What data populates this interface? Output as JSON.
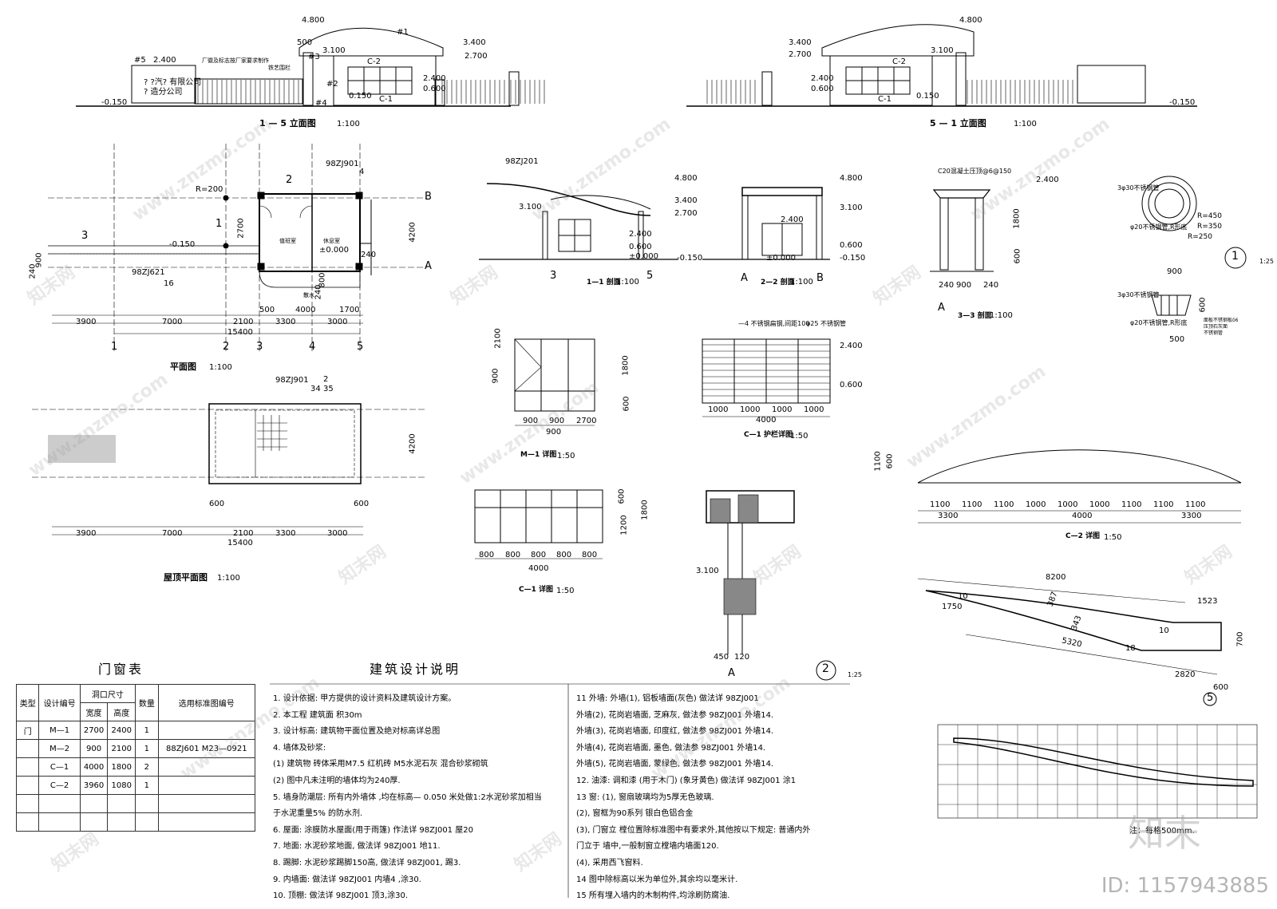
{
  "front_elevation": {
    "dims": [
      "4.800",
      "3.400",
      "2.700",
      "3.100",
      "2.400",
      "0.600",
      "-0.150",
      "0.150",
      "500",
      "2.400"
    ],
    "tags": [
      "#1",
      "#2",
      "#3",
      "#4",
      "#5"
    ],
    "windows": [
      "C-2",
      "C-1"
    ],
    "sign": [
      "? ?汽? 有限公司",
      "? 造分公司"
    ],
    "notes": [
      "厂徽及标志按厂家要求制作",
      "铁艺围栏"
    ],
    "caption": "1 — 5  立面图",
    "scale": "1:100"
  },
  "rear_elevation": {
    "dims": [
      "4.800",
      "3.400",
      "2.700",
      "3.100",
      "2.400",
      "0.600",
      "-0.150",
      "0.150"
    ],
    "windows": [
      "C-2",
      "C-1"
    ],
    "caption": "5 — 1  立面图",
    "scale": "1:100"
  },
  "floor_plan": {
    "ref_top": "98ZJ901",
    "ref_top_circle": "4",
    "ref_side": "98ZJ621",
    "ref_side_circle": "16",
    "radius": "R=200",
    "levels": [
      "-0.150",
      "±0.000"
    ],
    "rooms": [
      "值班室",
      "休息室"
    ],
    "dims_top": [
      "3900",
      "7000",
      "2100",
      "3300",
      "3000",
      "15400",
      "500",
      "4000",
      "1700"
    ],
    "dims_side": [
      "2700",
      "4200",
      "240",
      "900",
      "240",
      "800",
      "240"
    ],
    "axes": [
      "1",
      "2",
      "3",
      "4",
      "5",
      "A",
      "B"
    ],
    "section_marks": [
      "1",
      "2",
      "3"
    ],
    "misc": [
      "散水"
    ],
    "caption": "平面图",
    "scale": "1:100"
  },
  "roof_plan": {
    "ref": "98ZJ901",
    "ref_parts": [
      "2",
      "34",
      "35"
    ],
    "dims": [
      "3900",
      "7000",
      "2100",
      "3300",
      "3000",
      "15400",
      "600",
      "600",
      "4200"
    ],
    "caption": "屋顶平面图",
    "scale": "1:100"
  },
  "section_1": {
    "ref": "98ZJ201",
    "dims": [
      "4.800",
      "3.400",
      "2.700",
      "3.100",
      "2.400",
      "0.600",
      "±0.000",
      "-0.150"
    ],
    "axes": [
      "3",
      "5"
    ],
    "caption": "1—1 剖面",
    "scale": "1:100"
  },
  "section_2": {
    "dims": [
      "4.800",
      "3.100",
      "2.400",
      "0.600",
      "-0.150",
      "±0.000"
    ],
    "axes": [
      "A",
      "B"
    ],
    "caption": "2—2 剖面",
    "scale": "1:100"
  },
  "section_3": {
    "dims": [
      "C20混凝土压顶@6@150",
      "2.400",
      "1800",
      "600",
      "240",
      "900",
      "240"
    ],
    "axis": "A",
    "caption": "3—3 剖面",
    "scale": "1:100"
  },
  "detail_1": {
    "labels": [
      "3φ30不锈钢管",
      "φ20不锈钢管,R形底",
      "R=450",
      "R=350",
      "R=250",
      "900",
      "600",
      "500",
      "3φ30不锈钢管",
      "φ20不锈钢管,R形底",
      "面板不锈钢板δ6",
      "压顶石灰面",
      "不锈钢管"
    ],
    "mark": "1",
    "scale": "1:25"
  },
  "door_m1": {
    "dims": [
      "2100",
      "1800",
      "600",
      "900",
      "900",
      "900",
      "2700",
      "900"
    ],
    "caption": "M—1 详图",
    "scale": "1:50"
  },
  "window_c1": {
    "dims": [
      "1800",
      "600",
      "1200",
      "800",
      "800",
      "800",
      "800",
      "800",
      "4000"
    ],
    "caption": "C—1 详图",
    "scale": "1:50"
  },
  "rail_c1": {
    "labels": [
      "—4 不锈钢扁钢,间距100",
      "φ25 不锈钢管",
      "2.400",
      "0.600",
      "1000",
      "1000",
      "1000",
      "1000",
      "4000"
    ],
    "caption": "C—1 护栏详图",
    "scale": "1:50"
  },
  "window_c2": {
    "dims": [
      "1100",
      "600",
      "1100",
      "1100",
      "1100",
      "1000",
      "1000",
      "1000",
      "1100",
      "1100",
      "1100",
      "3300",
      "4000",
      "3300"
    ],
    "caption": "C—2 详图",
    "scale": "1:50"
  },
  "detail_2": {
    "dims": [
      "3.100",
      "450",
      "120"
    ],
    "axis": "A",
    "mark": "2",
    "scale": "1:25"
  },
  "detail_5": {
    "dims": [
      "8200",
      "1523",
      "1750",
      "5320",
      "2820",
      "700",
      "600",
      "387",
      "10",
      "10",
      "18",
      "343"
    ],
    "axis": "5"
  },
  "grid_detail": {
    "note": "注：每格500mm."
  },
  "door_window_table": {
    "title": "门窗表",
    "headers": [
      "类型",
      "设计编号",
      "洞口尺寸",
      "宽度",
      "高度",
      "数量",
      "选用标准图编号"
    ],
    "rows": [
      {
        "type": "门",
        "code": "M—1",
        "w": "2700",
        "h": "2400",
        "n": "1",
        "ref": ""
      },
      {
        "type": "",
        "code": "M—2",
        "w": "900",
        "h": "2100",
        "n": "1",
        "ref": "88ZJ601  M23—0921"
      },
      {
        "type": "",
        "code": "C—1",
        "w": "4000",
        "h": "1800",
        "n": "2",
        "ref": ""
      },
      {
        "type": "",
        "code": "C—2",
        "w": "3960",
        "h": "1080",
        "n": "1",
        "ref": ""
      }
    ]
  },
  "design_notes": {
    "title": "建筑设计说明",
    "left": [
      "1. 设计依据:  甲方提供的设计资料及建筑设计方案。",
      "2. 本工程     建筑面 积30m",
      "3. 设计标高:     建筑物平面位置及绝对标高详总图",
      "4. 墙体及砂浆:",
      "   (1) 建筑物     砖体采用M7.5 红机砖      M5水泥石灰  混合砂浆砌筑",
      "   (2) 图中凡未注明的墙体均为240厚.",
      "5. 墙身防潮层: 所有内外墙体 ,均在标高— 0.050 米处做1:2水泥砂浆加相当",
      "   于水泥重量5%      的防水剂.",
      "6. 屋面:   涂膜防水屋面(用于雨篷)             作法详  98ZJ001    屋20",
      "7. 地面:    水泥砂浆地面,       做法详  98ZJ001   地11.",
      "8. 踢脚:    水泥砂浆踢脚150高,       做法详  98ZJ001,  踢3.",
      "9. 内墙面:      做法详  98ZJ001  内墙4  ,涂30.",
      "10. 顶棚:    做法详  98ZJ001  顶3,涂30."
    ],
    "right": [
      "11  外墙:   外墙(1),  铝板墙面(灰色)          做法详  98ZJ001",
      "       外墙(2),  花岗岩墙面,      芝麻灰,    做法参  98ZJ001  外墙14.",
      "       外墙(3),  花岗岩墙面,      印度红,    做法参  98ZJ001  外墙14.",
      "       外墙(4),  花岗岩墙面,      墨色,      做法参  98ZJ001  外墙14.",
      "       外墙(5),  花岗岩墙面,      蒙绿色,    做法参  98ZJ001  外墙14.",
      "12. 油漆:  调和漆 (用于木门) (象牙黄色)        做法详  98ZJ001  涂1",
      "13  窗: (1),  窗扇玻璃均为5厚无色玻璃.",
      "      (2),  窗框为90系列  银白色铝合金",
      "      (3),  门窗立  樘位置除标准图中有要求外,其他按以下规定:  普通内外",
      "            门立于    墙中,一般制窗立樘墙内墙面120.",
      "      (4),  采用西飞窗料.",
      "14  图中除标高以米为单位外,其余均以毫米计.",
      "15    所有埋入墙内的木制构件,均涂刷防腐油."
    ]
  },
  "watermark": {
    "site": "www.znzmo.com",
    "cn": "知末网",
    "brand": "知末",
    "id": "ID: 1157943885"
  }
}
